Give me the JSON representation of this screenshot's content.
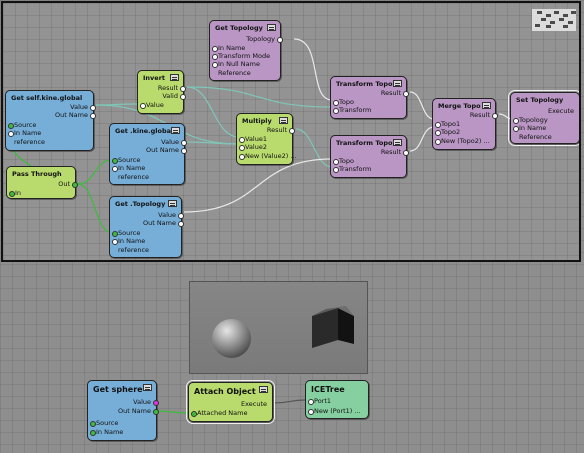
{
  "main_graph": {
    "nodes": {
      "get_topology": {
        "title": "Get Topology",
        "outputs": [
          "Topology"
        ],
        "inputs": [
          "In Name",
          "Transform Mode",
          "In Null Name",
          "Reference"
        ]
      },
      "get_self_kine": {
        "title": "Get self.kine.global",
        "outputs": [
          "Value",
          "Out Name"
        ],
        "inputs": [
          "Source",
          "In Name",
          "reference"
        ]
      },
      "invert": {
        "title": "Invert",
        "outputs": [
          "Result",
          "Valid"
        ],
        "inputs": [
          "Value"
        ]
      },
      "multiply": {
        "title": "Multiply",
        "outputs": [
          "Result"
        ],
        "inputs": [
          "Value1",
          "Value2",
          "New (Value2) ..."
        ]
      },
      "transform_topo_1": {
        "title": "Transform Topo",
        "outputs": [
          "Result"
        ],
        "inputs": [
          "Topo",
          "Transform"
        ]
      },
      "transform_topo_2": {
        "title": "Transform Topo",
        "outputs": [
          "Result"
        ],
        "inputs": [
          "Topo",
          "Transform"
        ]
      },
      "merge_topo": {
        "title": "Merge Topo",
        "outputs": [
          "Result"
        ],
        "inputs": [
          "Topo1",
          "Topo2",
          "New (Topo2) ..."
        ]
      },
      "set_topology": {
        "title": "Set Topology",
        "outputs": [
          "Execute"
        ],
        "inputs": [
          "Topology",
          "In Name",
          "Reference"
        ]
      },
      "pass_through": {
        "title": "Pass Through",
        "outputs": [
          "Out"
        ],
        "inputs": [
          "In"
        ]
      },
      "get_kine": {
        "title": "Get .kine.global",
        "outputs": [
          "Value",
          "Out Name"
        ],
        "inputs": [
          "Source",
          "In Name",
          "reference"
        ]
      },
      "get_topology_2": {
        "title": "Get .Topology",
        "outputs": [
          "Value",
          "Out Name"
        ],
        "inputs": [
          "Source",
          "In Name",
          "reference"
        ]
      }
    }
  },
  "lower_graph": {
    "nodes": {
      "get_sphere": {
        "title": "Get sphere",
        "outputs": [
          "Value",
          "Out Name"
        ],
        "inputs": [
          "Source",
          "In Name"
        ]
      },
      "attach_object": {
        "title": "Attach Object",
        "outputs": [
          "Execute"
        ],
        "inputs": [
          "Attached Name"
        ]
      },
      "icetree": {
        "title": "ICETree",
        "inputs": [
          "Port1",
          "New (Port1) ..."
        ]
      }
    }
  },
  "viewport": {
    "objects": [
      "sphere",
      "cube"
    ]
  },
  "colors": {
    "blue_node": "#76aed8",
    "purple_node": "#b996c4",
    "green_node": "#b9da6c",
    "teal_node": "#86cfa1",
    "wire_white": "#e8e8e8",
    "wire_green": "#3dbb3d",
    "wire_teal": "#7fc6b8"
  }
}
